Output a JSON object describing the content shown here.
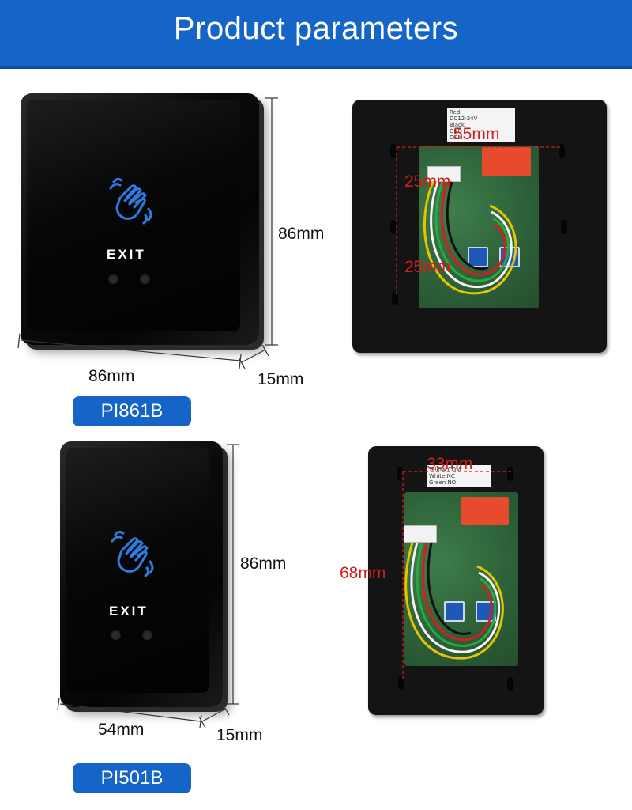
{
  "banner": {
    "title": "Product parameters"
  },
  "exit_label": "EXIT",
  "product1": {
    "model": "PI861B",
    "width": "86mm",
    "height": "86mm",
    "depth": "15mm",
    "back_dims": {
      "horizontal": "55mm",
      "upper_vertical": "25mm",
      "lower_vertical": "25mm"
    },
    "sticker": [
      "Red",
      "DC12-24V",
      "Black",
      "GND",
      "COM"
    ]
  },
  "product2": {
    "model": "PI501B",
    "width": "54mm",
    "height": "86mm",
    "depth": "15mm",
    "back_dims": {
      "horizontal": "33mm",
      "vertical": "68mm"
    },
    "sticker": [
      "Yellow",
      "COM",
      "White",
      "NC",
      "Green",
      "NO"
    ]
  },
  "colors": {
    "banner": "#1565c9",
    "dimension_red": "#d11d1d",
    "hand_icon": "#2f7be0"
  }
}
